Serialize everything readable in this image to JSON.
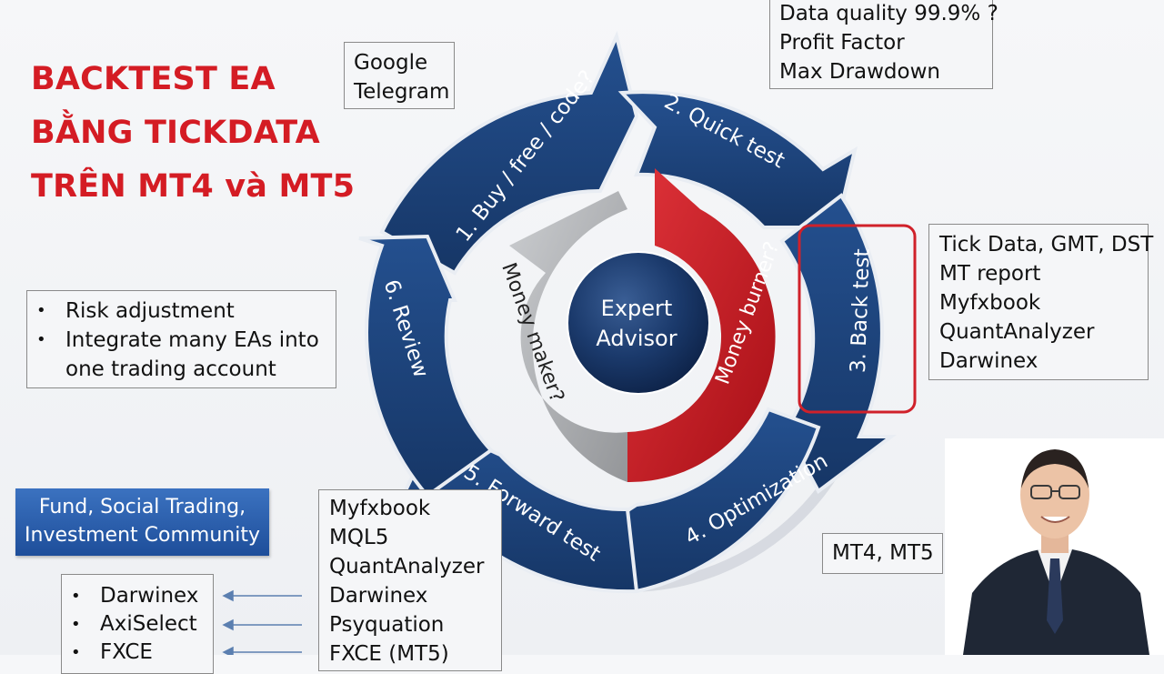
{
  "title": {
    "line1": "BACKTEST EA",
    "line2": "BẰNG TICKDATA",
    "line3": "TRÊN MT4 và MT5"
  },
  "center": {
    "line1": "Expert",
    "line2": "Advisor"
  },
  "inner_arrows": {
    "red": "Money burner?",
    "gray": "Money maker?"
  },
  "segments": [
    {
      "label": "1. Buy / free / code?"
    },
    {
      "label": "2. Quick test"
    },
    {
      "label": "3. Back test"
    },
    {
      "label": "4. Optimization"
    },
    {
      "label": "5. Forward test"
    },
    {
      "label": "6. Review"
    }
  ],
  "boxes": {
    "sources": [
      "Google",
      "Telegram"
    ],
    "quick_test": [
      "Data quality 99.9% ?",
      "Profit Factor",
      "Max Drawdown"
    ],
    "back_test": [
      "Tick Data, GMT, DST",
      "MT report",
      "Myfxbook",
      "QuantAnalyzer",
      "Darwinex"
    ],
    "review": [
      "Risk adjustment",
      "Integrate many EAs into",
      "one trading account"
    ],
    "optimization": [
      "MT4, MT5"
    ],
    "forward_test": [
      "Myfxbook",
      "MQL5",
      "QuantAnalyzer",
      "Darwinex",
      "Psyquation",
      "FXCE (MT5)"
    ],
    "fund": [
      "Fund, Social Trading,",
      "Investment Community"
    ],
    "platforms": [
      "Darwinex",
      "AxiSelect",
      "FXCE"
    ]
  },
  "colors": {
    "title": "#d41c24",
    "ring": "#1d3f79",
    "ring_dark": "#142f5e",
    "red_arrow": "#c8161e",
    "gray_arrow": "#a9abae",
    "highlight_box": "#d0212a",
    "fund_box": "#2b5fae"
  }
}
